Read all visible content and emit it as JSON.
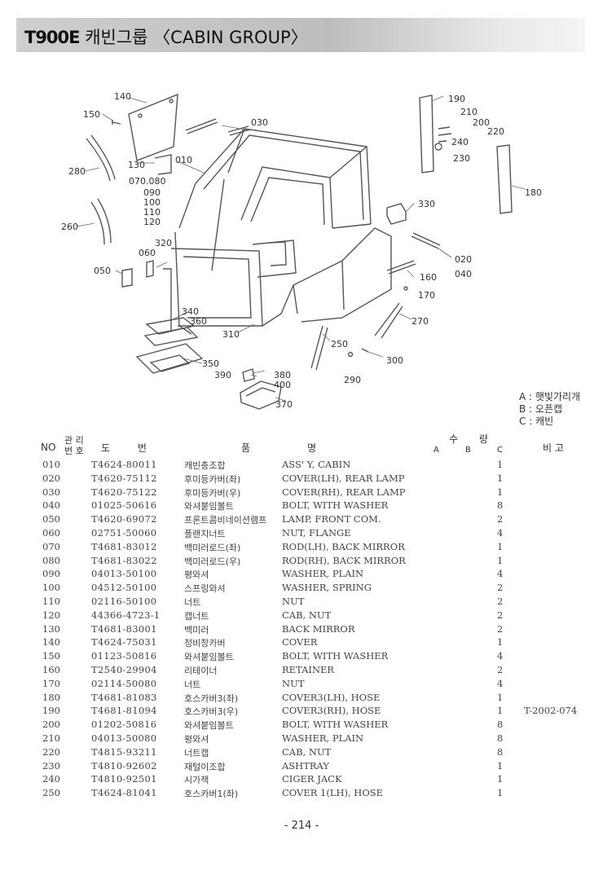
{
  "header": {
    "model": "T900E",
    "title_kr": "캐빈그룹",
    "title_en": "〈CABIN GROUP〉"
  },
  "callouts": [
    "140",
    "150",
    "030",
    "010",
    "280",
    "130",
    "070.080",
    "090",
    "100",
    "110",
    "120",
    "260",
    "320",
    "060",
    "050",
    "340",
    "360",
    "310",
    "350",
    "390",
    "380",
    "400",
    "370",
    "190",
    "210",
    "200",
    "220",
    "240",
    "230",
    "180",
    "330",
    "020",
    "040",
    "160",
    "170",
    "270",
    "250",
    "300",
    "290"
  ],
  "legend": [
    "A : 햇빛가리개",
    "B : 오픈캡",
    "C : 캐빈"
  ],
  "table": {
    "headers": {
      "no": "NO",
      "mgmt_top": "관 리",
      "mgmt_bottom": "번 호",
      "drawing": "도 번",
      "part_name_1": "품",
      "part_name_2": "명",
      "qty": "수 량",
      "col_a": "A",
      "col_b": "B",
      "col_c": "C",
      "remarks": "비 고"
    },
    "rows": [
      {
        "no": "010",
        "part": "T4624-80011",
        "kr": "캐빈총조합",
        "en": "ASS' Y, CABIN",
        "qty": "1",
        "remark": ""
      },
      {
        "no": "020",
        "part": "T4620-75112",
        "kr": "후미등카버(좌)",
        "en": "COVER(LH), REAR LAMP",
        "qty": "1",
        "remark": ""
      },
      {
        "no": "030",
        "part": "T4620-75122",
        "kr": "후미등카버(우)",
        "en": "COVER(RH), REAR LAMP",
        "qty": "1",
        "remark": ""
      },
      {
        "no": "040",
        "part": "01025-50616",
        "kr": "와셔붙임볼트",
        "en": "BOLT, WITH WASHER",
        "qty": "8",
        "remark": ""
      },
      {
        "no": "050",
        "part": "T4620-69072",
        "kr": "프론트콤비네이션램프",
        "en": "LAMP, FRONT COM.",
        "qty": "2",
        "remark": ""
      },
      {
        "no": "060",
        "part": "02751-50060",
        "kr": "플랜지너트",
        "en": "NUT, FLANGE",
        "qty": "4",
        "remark": ""
      },
      {
        "no": "070",
        "part": "T4681-83012",
        "kr": "백미러로드(좌)",
        "en": "ROD(LH), BACK MIRROR",
        "qty": "1",
        "remark": ""
      },
      {
        "no": "080",
        "part": "T4681-83022",
        "kr": "백미러로드(우)",
        "en": "ROD(RH), BACK MIRROR",
        "qty": "1",
        "remark": ""
      },
      {
        "no": "090",
        "part": "04013-50100",
        "kr": "평와셔",
        "en": "WASHER, PLAIN",
        "qty": "4",
        "remark": ""
      },
      {
        "no": "100",
        "part": "04512-50100",
        "kr": "스프링와셔",
        "en": "WASHER, SPRING",
        "qty": "2",
        "remark": ""
      },
      {
        "no": "110",
        "part": "02116-50100",
        "kr": "너트",
        "en": "NUT",
        "qty": "2",
        "remark": ""
      },
      {
        "no": "120",
        "part": "44366-4723-1",
        "kr": "캡너트",
        "en": "CAB, NUT",
        "qty": "2",
        "remark": ""
      },
      {
        "no": "130",
        "part": "T4681-83001",
        "kr": "백미러",
        "en": "BACK MIRROR",
        "qty": "2",
        "remark": ""
      },
      {
        "no": "140",
        "part": "T4624-75031",
        "kr": "정비창카버",
        "en": "COVER",
        "qty": "1",
        "remark": ""
      },
      {
        "no": "150",
        "part": "01123-50816",
        "kr": "와셔붙임볼트",
        "en": "BOLT, WITH WASHER",
        "qty": "4",
        "remark": ""
      },
      {
        "no": "160",
        "part": "T2540-29904",
        "kr": "리테이너",
        "en": "RETAINER",
        "qty": "2",
        "remark": ""
      },
      {
        "no": "170",
        "part": "02114-50080",
        "kr": "너트",
        "en": "NUT",
        "qty": "4",
        "remark": ""
      },
      {
        "no": "180",
        "part": "T4681-81083",
        "kr": "호스카버3(좌)",
        "en": "COVER3(LH), HOSE",
        "qty": "1",
        "remark": ""
      },
      {
        "no": "190",
        "part": "T4681-81094",
        "kr": "호스카버3(우)",
        "en": "COVER3(RH), HOSE",
        "qty": "1",
        "remark": "T-2002-074"
      },
      {
        "no": "200",
        "part": "01202-50816",
        "kr": "와셔붙임볼트",
        "en": "BOLT, WITH WASHER",
        "qty": "8",
        "remark": ""
      },
      {
        "no": "210",
        "part": "04013-50080",
        "kr": "평와셔",
        "en": "WASHER, PLAIN",
        "qty": "8",
        "remark": ""
      },
      {
        "no": "220",
        "part": "T4815-93211",
        "kr": "너트캡",
        "en": "CAB, NUT",
        "qty": "8",
        "remark": ""
      },
      {
        "no": "230",
        "part": "T4810-92602",
        "kr": "재털이조합",
        "en": "ASHTRAY",
        "qty": "1",
        "remark": ""
      },
      {
        "no": "240",
        "part": "T4810-92501",
        "kr": "시가잭",
        "en": "CIGER JACK",
        "qty": "1",
        "remark": ""
      },
      {
        "no": "250",
        "part": "T4624-81041",
        "kr": "호스카버1(좌)",
        "en": "COVER 1(LH), HOSE",
        "qty": "1",
        "remark": ""
      }
    ]
  },
  "page_number": "- 214 -"
}
